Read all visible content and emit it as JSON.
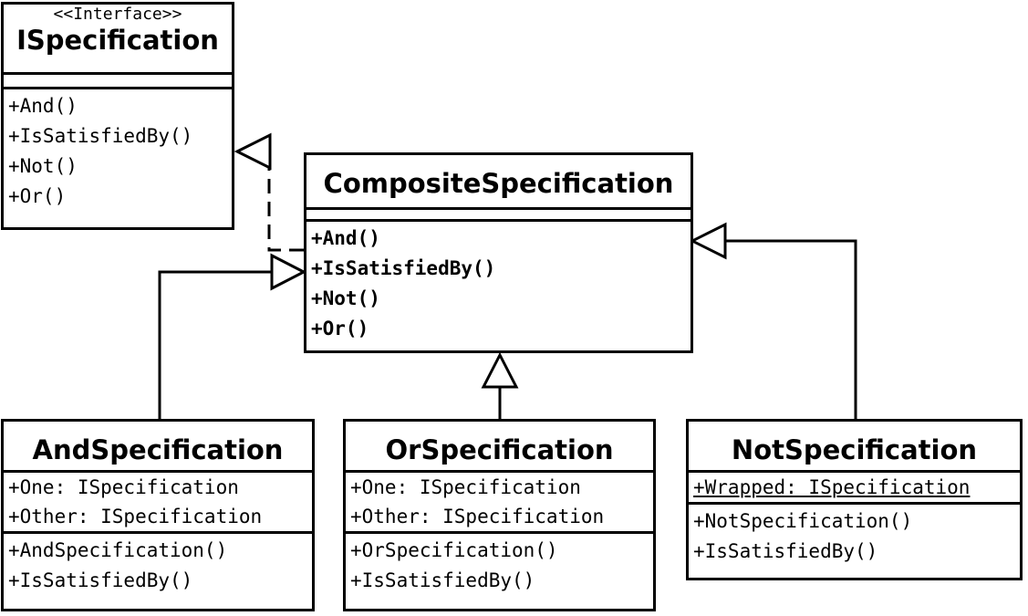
{
  "colors": {
    "line": "#000000",
    "background": "#ffffff"
  },
  "classes": {
    "ispecification": {
      "stereotype": "<<Interface>>",
      "name": "ISpecification",
      "attributes": [],
      "operations": [
        "+And()",
        "+IsSatisfiedBy()",
        "+Not()",
        "+Or()"
      ]
    },
    "composite": {
      "name": "CompositeSpecification",
      "attributes": [],
      "operations": [
        "+And()",
        "+IsSatisfiedBy()",
        "+Not()",
        "+Or()"
      ]
    },
    "and": {
      "name": "AndSpecification",
      "attributes": [
        "+One: ISpecification",
        "+Other: ISpecification"
      ],
      "operations": [
        "+AndSpecification()",
        "+IsSatisfiedBy()"
      ]
    },
    "or": {
      "name": "OrSpecification",
      "attributes": [
        "+One: ISpecification",
        "+Other: ISpecification"
      ],
      "operations": [
        "+OrSpecification()",
        "+IsSatisfiedBy()"
      ]
    },
    "not": {
      "name": "NotSpecification",
      "attributes": [
        "+Wrapped: ISpecification"
      ],
      "operations": [
        "+NotSpecification()",
        "+IsSatisfiedBy()"
      ]
    }
  },
  "relationships": [
    {
      "type": "realization",
      "from": "CompositeSpecification",
      "to": "ISpecification"
    },
    {
      "type": "generalization",
      "from": "AndSpecification",
      "to": "CompositeSpecification"
    },
    {
      "type": "generalization",
      "from": "OrSpecification",
      "to": "CompositeSpecification"
    },
    {
      "type": "generalization",
      "from": "NotSpecification",
      "to": "CompositeSpecification"
    }
  ]
}
